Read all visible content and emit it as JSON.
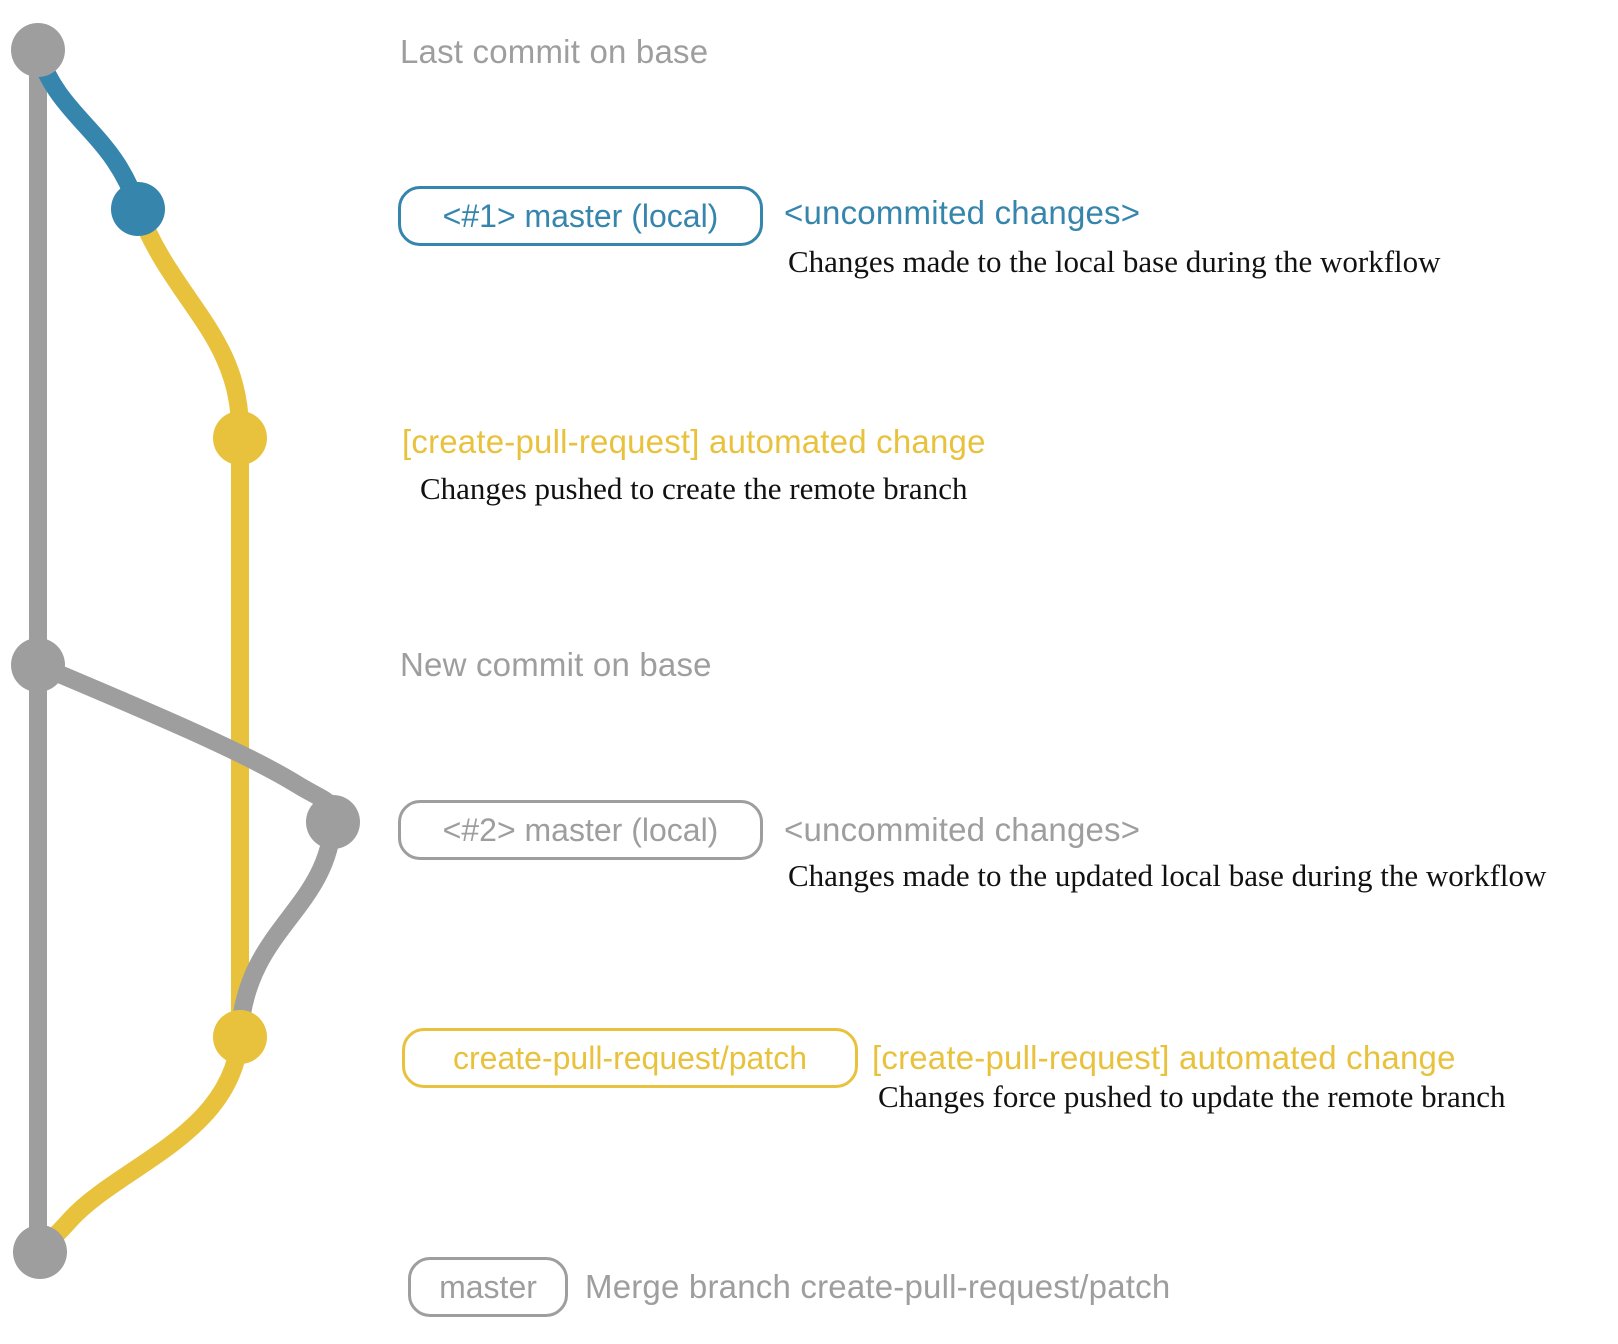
{
  "colors": {
    "base_gray": "#9e9e9e",
    "local_blue": "#3585ad",
    "patch_yellow": "#e9c23d"
  },
  "graph": {
    "type": "git-graph",
    "branches": [
      {
        "name": "base",
        "color_key": "base_gray"
      },
      {
        "name": "master (local)",
        "color_key": "local_blue"
      },
      {
        "name": "create-pull-request/patch",
        "color_key": "patch_yellow"
      }
    ],
    "commits": [
      "Last commit on base",
      "<#1> master (local) uncommited changes",
      "[create-pull-request] automated change",
      "New commit on base",
      "<#2> master (local) uncommited changes",
      "[create-pull-request] automated change (force push)",
      "Merge branch create-pull-request/patch"
    ]
  },
  "annotations": {
    "last_commit": "Last commit on base",
    "new_commit": "New commit on base"
  },
  "row1": {
    "badge": "<#1> master (local)",
    "status": "<uncommited changes>",
    "description": "Changes made to the local base during the workflow"
  },
  "push1": {
    "label": "[create-pull-request] automated change",
    "description": "Changes pushed to create the remote branch"
  },
  "row2": {
    "badge": "<#2> master (local)",
    "status": "<uncommited changes>",
    "description": "Changes made to the updated local base during the workflow"
  },
  "push2": {
    "badge": "create-pull-request/patch",
    "label": "[create-pull-request] automated change",
    "description": "Changes force pushed to update the remote branch"
  },
  "merge": {
    "badge": "master",
    "label": "Merge branch create-pull-request/patch"
  }
}
